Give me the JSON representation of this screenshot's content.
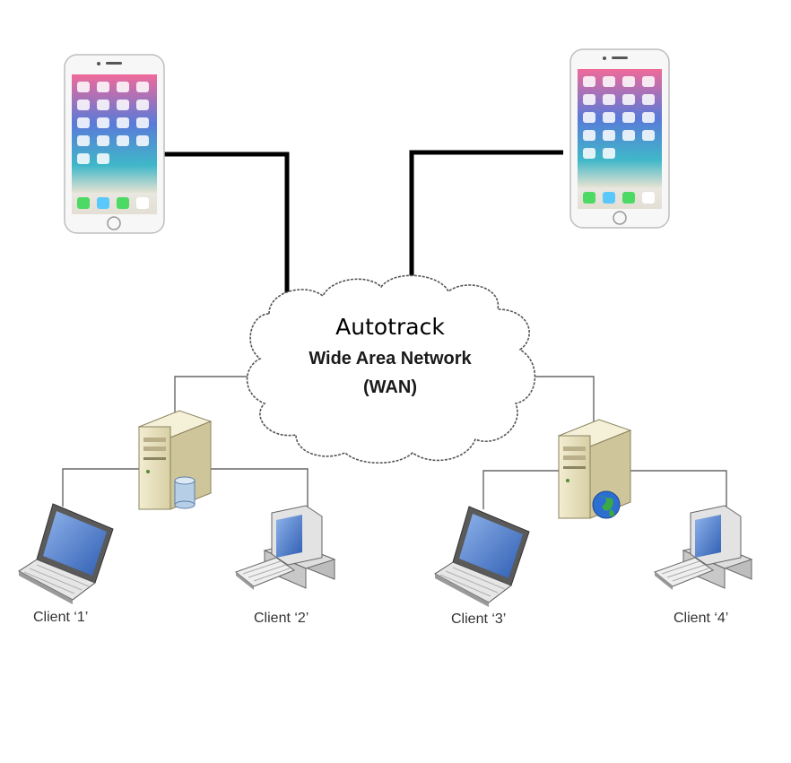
{
  "wan": {
    "name": "Autotrack",
    "line1": "Wide Area Network",
    "line2": "(WAN)"
  },
  "nodes": {
    "phones": [
      "smartphone-icon",
      "smartphone-icon"
    ],
    "servers": [
      {
        "icon": "database-server-icon"
      },
      {
        "icon": "web-server-icon"
      }
    ]
  },
  "clients": [
    {
      "label": "Client ‘1’",
      "icon": "laptop-icon"
    },
    {
      "label": "Client ‘2’",
      "icon": "desktop-computer-icon"
    },
    {
      "label": "Client ‘3’",
      "icon": "laptop-icon"
    },
    {
      "label": "Client ‘4’",
      "icon": "desktop-computer-icon"
    }
  ],
  "colors": {
    "phone_link": "#000000",
    "lan_link": "#666666",
    "cloud_outline": "#555555",
    "server_body": "#e8dfb8",
    "screen": "#4a78c8",
    "globe": "#2c6fd1"
  }
}
